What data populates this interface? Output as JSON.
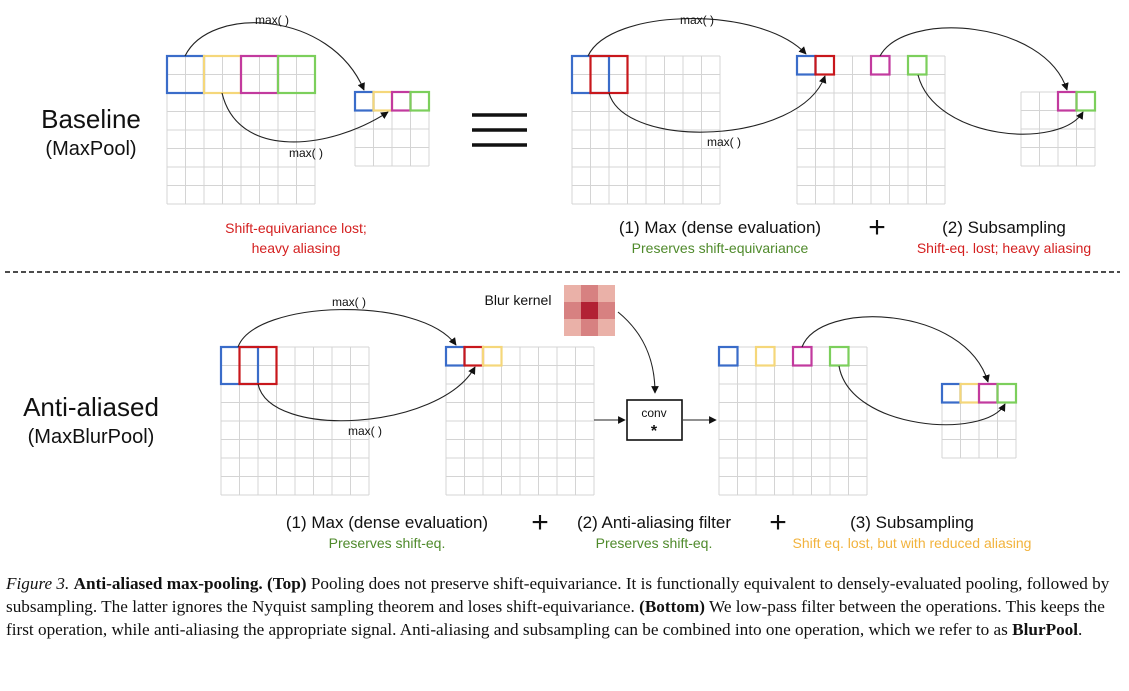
{
  "top": {
    "row_label": "Baseline",
    "row_sublabel": "(MaxPool)",
    "left_op_label": "max( )",
    "left_op_label_2": "max( )",
    "left_note_line1": "Shift-equivariance lost;",
    "left_note_line2": "heavy aliasing",
    "right_op_label": "max( )",
    "right_op_label_2": "max( )",
    "step1_title": "(1) Max (dense evaluation)",
    "step1_note": "Preserves shift-equivariance",
    "step2_title": "(2) Subsampling",
    "step2_note": "Shift-eq. lost; heavy aliasing",
    "plus": "+"
  },
  "bottom": {
    "row_label": "Anti-aliased",
    "row_sublabel": "(MaxBlurPool)",
    "op_label": "max( )",
    "op_label_2": "max( )",
    "blur_kernel_label": "Blur kernel",
    "conv_label": "conv",
    "conv_symbol": "*",
    "step1_title": "(1) Max (dense evaluation)",
    "step1_note": "Preserves shift-eq.",
    "step2_title": "(2) Anti-aliasing filter",
    "step2_note": "Preserves shift-eq.",
    "step3_title": "(3) Subsampling",
    "step3_note": "Shift eq. lost, but with reduced aliasing",
    "plus": "+"
  },
  "colors": {
    "blue": "#3a6cc9",
    "yellow": "#f5d77a",
    "magenta": "#c23a9e",
    "green": "#7ccf5c",
    "red": "#c8171c",
    "note_red": "#d41f1f",
    "note_green": "#4f8a2b",
    "note_yellow": "#f2b33d",
    "grid": "#d4d4d4"
  },
  "blur_kernel_values": [
    [
      1,
      2,
      1
    ],
    [
      2,
      4,
      2
    ],
    [
      1,
      2,
      1
    ]
  ],
  "caption": {
    "figure_label": "Figure 3.",
    "title": "Anti-aliased max-pooling.",
    "top_tag": "(Top)",
    "text1": "Pooling does not preserve shift-equivariance. It is functionally equivalent to densely-evaluated pooling, followed by subsampling. The latter ignores the Nyquist sampling theorem and loses shift-equivariance.",
    "bottom_tag": "(Bottom)",
    "text2": "We low-pass filter between the operations. This keeps the first operation, while anti-aliasing the appropriate signal. Anti-aliasing and subsampling can be combined into one operation, which we refer to as",
    "blurpool": "BlurPool",
    "end": "."
  }
}
